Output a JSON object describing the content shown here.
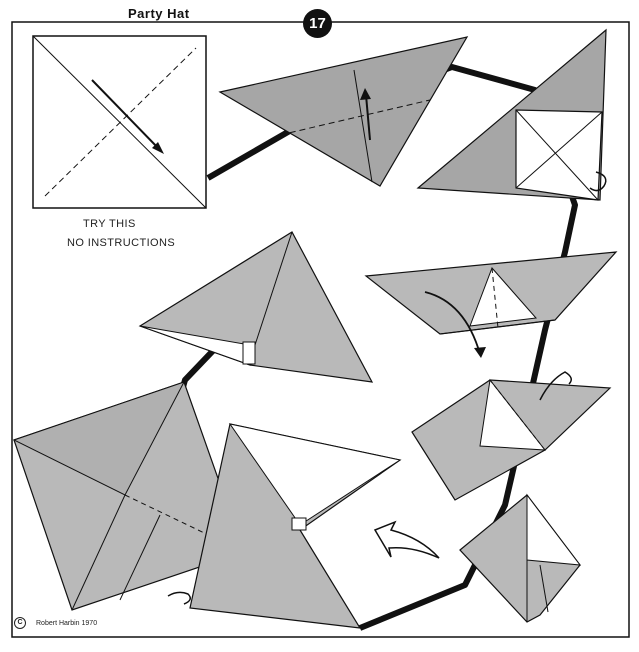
{
  "header": {
    "title": "Party  Hat",
    "step_number": "17"
  },
  "notes": {
    "line1": "TRY THIS",
    "line2": "NO INSTRUCTIONS"
  },
  "footer": {
    "copyright_symbol": "C",
    "credit": "Robert Harbin 1970"
  },
  "colors": {
    "paper_grey": "#b9b9b9",
    "paper_dark": "#a6a6a6",
    "white": "#ffffff",
    "ink": "#111111"
  }
}
